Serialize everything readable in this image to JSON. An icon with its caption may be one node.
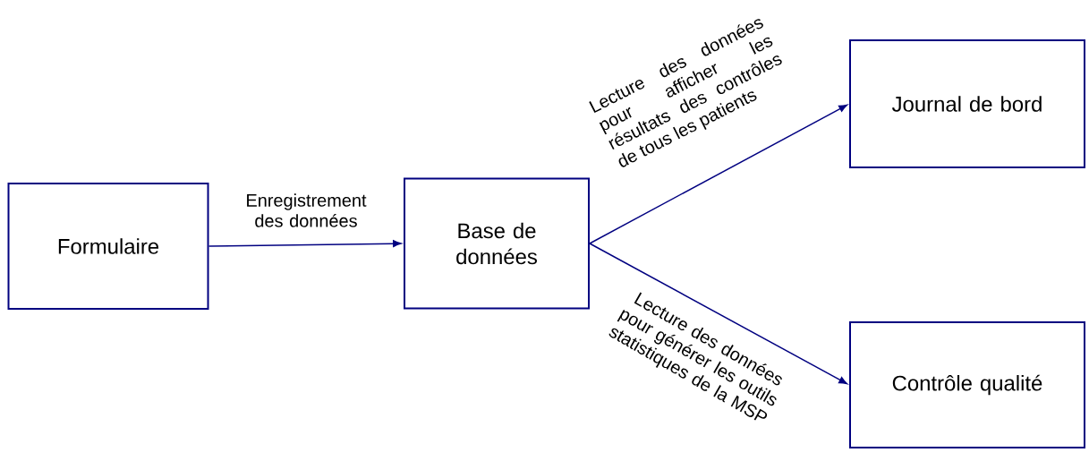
{
  "diagram": {
    "nodes": [
      {
        "text": [
          "Formulaire"
        ]
      },
      {
        "text": [
          "Base de données"
        ]
      },
      {
        "text": [
          "Journal de bord"
        ]
      },
      {
        "text": [
          "Contrôle qualité"
        ]
      }
    ],
    "edges": [
      {
        "from": 0,
        "to": 1,
        "arrow": "to",
        "label": "Enregistrement des données"
      },
      {
        "from": 1,
        "to": 2,
        "arrow": "to",
        "label": "Lecture des données pour afficher les résultats des contrôles de tous les patients"
      },
      {
        "from": 1,
        "to": 3,
        "arrow": "to",
        "label": "Lecture des données pour générer les outils statistiques de la MSP"
      }
    ]
  }
}
